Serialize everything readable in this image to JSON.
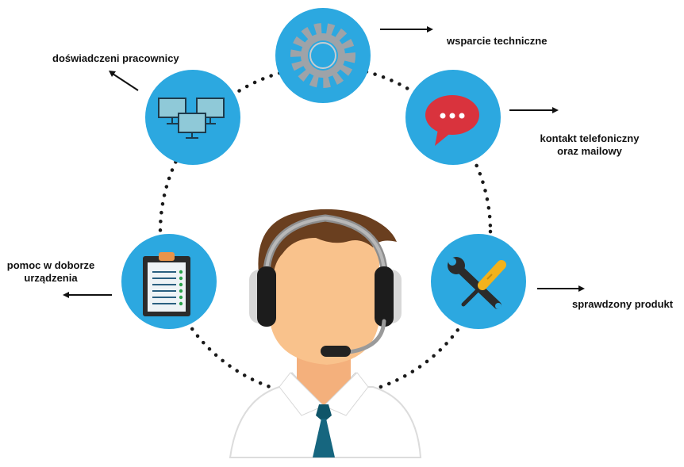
{
  "labels": {
    "tech_support": "wsparcie techniczne",
    "experienced_staff": "doświadczeni pracownicy",
    "contact_line1": "kontakt telefoniczny",
    "contact_line2": "oraz mailowy",
    "help_line1": "pomoc w doborze",
    "help_line2": "urządzenia",
    "proven_product": "sprawdzony produkt"
  },
  "icons": {
    "top": "gear-icon",
    "upper_left": "computer-network-icon",
    "upper_right": "chat-bubble-icon",
    "lower_left": "clipboard-icon",
    "lower_right": "tools-icon",
    "center": "support-agent-icon"
  },
  "colors": {
    "circle": "#2ca8e0",
    "dots": "#1a1a1a",
    "skin": "#f9c28c",
    "hair": "#6a3f1f",
    "tie": "#16667f",
    "chat": "#d9333d",
    "tool_handle": "#f2b21c"
  }
}
